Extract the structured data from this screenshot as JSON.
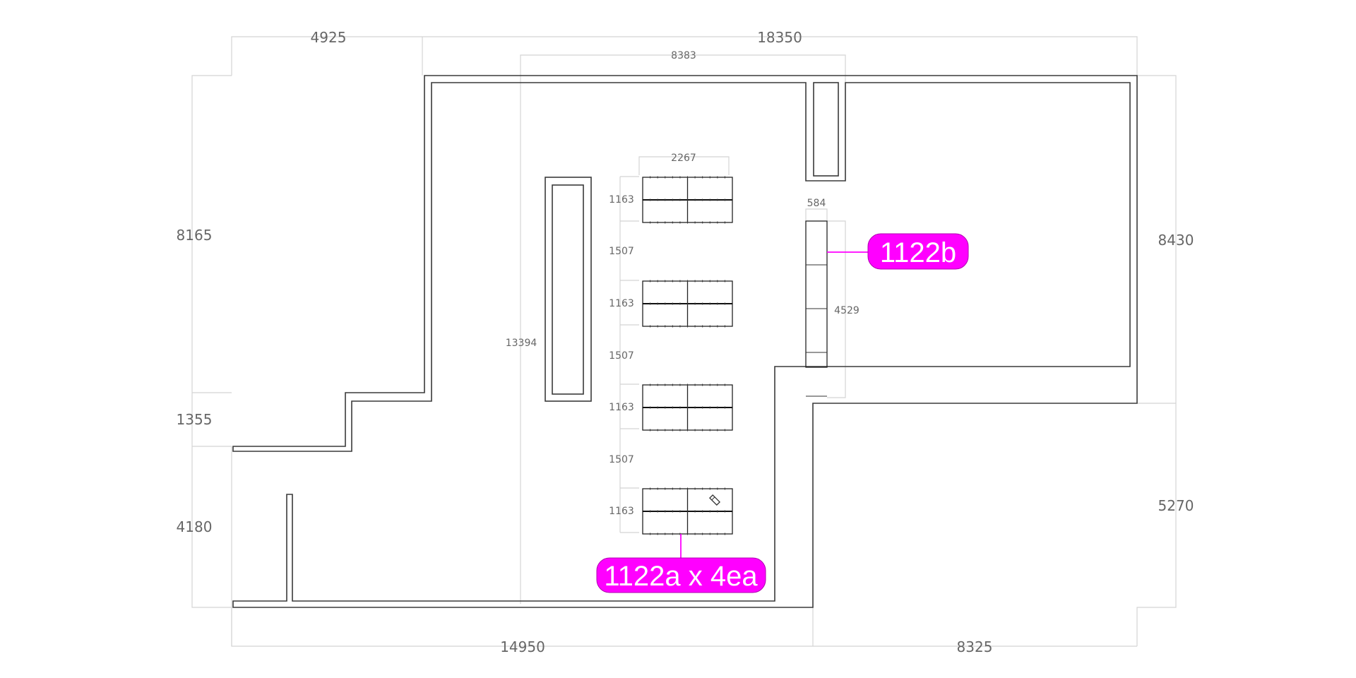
{
  "dimensions": {
    "top_left": "4925",
    "top_right": "18350",
    "inner_top": "8383",
    "table_width": "2267",
    "left_upper": "8165",
    "left_middle": "1355",
    "left_lower": "4180",
    "right_upper": "8430",
    "right_lower": "5270",
    "bottom_left": "14950",
    "bottom_right": "8325",
    "pillar_height": "13394",
    "table_depth": [
      "1163",
      "1163",
      "1163",
      "1163"
    ],
    "table_gap": [
      "1507",
      "1507",
      "1507"
    ],
    "bench_width": "584",
    "bench_length": "4529"
  },
  "callouts": {
    "bench": "1122b",
    "tables": "1122a x 4ea"
  },
  "colors": {
    "callout": "#ff00ff",
    "wall": "#3a3a3a",
    "dimension": "#d4d4d4"
  },
  "icons": {
    "pencil": "pencil-icon"
  }
}
